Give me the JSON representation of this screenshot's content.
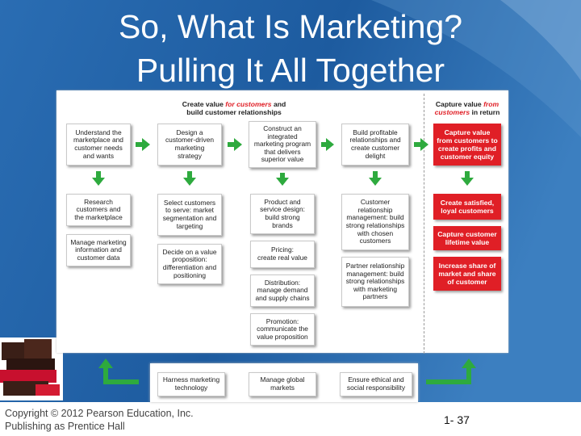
{
  "slide": {
    "title_line1": "So, What Is Marketing?",
    "title_line2": "Pulling It All Together",
    "copyright": "Copyright © 2012 Pearson Education, Inc.\nPublishing as Prentice Hall",
    "page_number": "1- 37"
  },
  "headers": {
    "left_pre": "Create value ",
    "left_em": "for customers",
    "left_post": " and",
    "left_line2": "build customer relationships",
    "right_pre": "Capture value ",
    "right_em": "from",
    "right_line2_em": "customers",
    "right_line2_post": " in return"
  },
  "boxes": {
    "understand": "Understand the\nmarketplace and\ncustomer needs\nand wants",
    "design_strategy": "Design a\ncustomer-driven\nmarketing\nstrategy",
    "construct_program": "Construct an\nintegrated\nmarketing program\nthat delivers\nsuperior value",
    "build_relationships": "Build profitable\nrelationships and\ncreate customer\ndelight",
    "research": "Research\ncustomers and\nthe marketplace",
    "manage_info": "Manage marketing\ninformation and\ncustomer data",
    "select_customers": "Select customers\nto serve: market\nsegmentation and\ntargeting",
    "decide_value": "Decide on a value\nproposition:\ndifferentiation and\npositioning",
    "product_service": "Product and\nservice design:\nbuild strong\nbrands",
    "pricing": "Pricing:\ncreate real value",
    "distribution": "Distribution:\nmanage demand\nand supply chains",
    "promotion": "Promotion:\ncommunicate the\nvalue proposition",
    "crm": "Customer\nrelationship\nmanagement: build\nstrong relationships\nwith chosen\ncustomers",
    "prm": "Partner relationship\nmanagement: build\nstrong relationships\nwith marketing\npartners",
    "harness_tech": "Harness marketing\ntechnology",
    "manage_global": "Manage global\nmarkets",
    "ensure_ethical": "Ensure ethical and\nsocial responsibility"
  },
  "red_boxes": {
    "capture_value": "Capture value\nfrom customers to\ncreate profits and\ncustomer equity",
    "create_satisfied": "Create satisfied,\nloyal customers",
    "capture_lifetime": "Capture customer\nlifetime value",
    "increase_share": "Increase share of\nmarket and share\nof customer"
  },
  "colors": {
    "background_blue": "#1e5fa3",
    "arrow_green": "#2eaa3e",
    "accent_red": "#e01f26"
  }
}
